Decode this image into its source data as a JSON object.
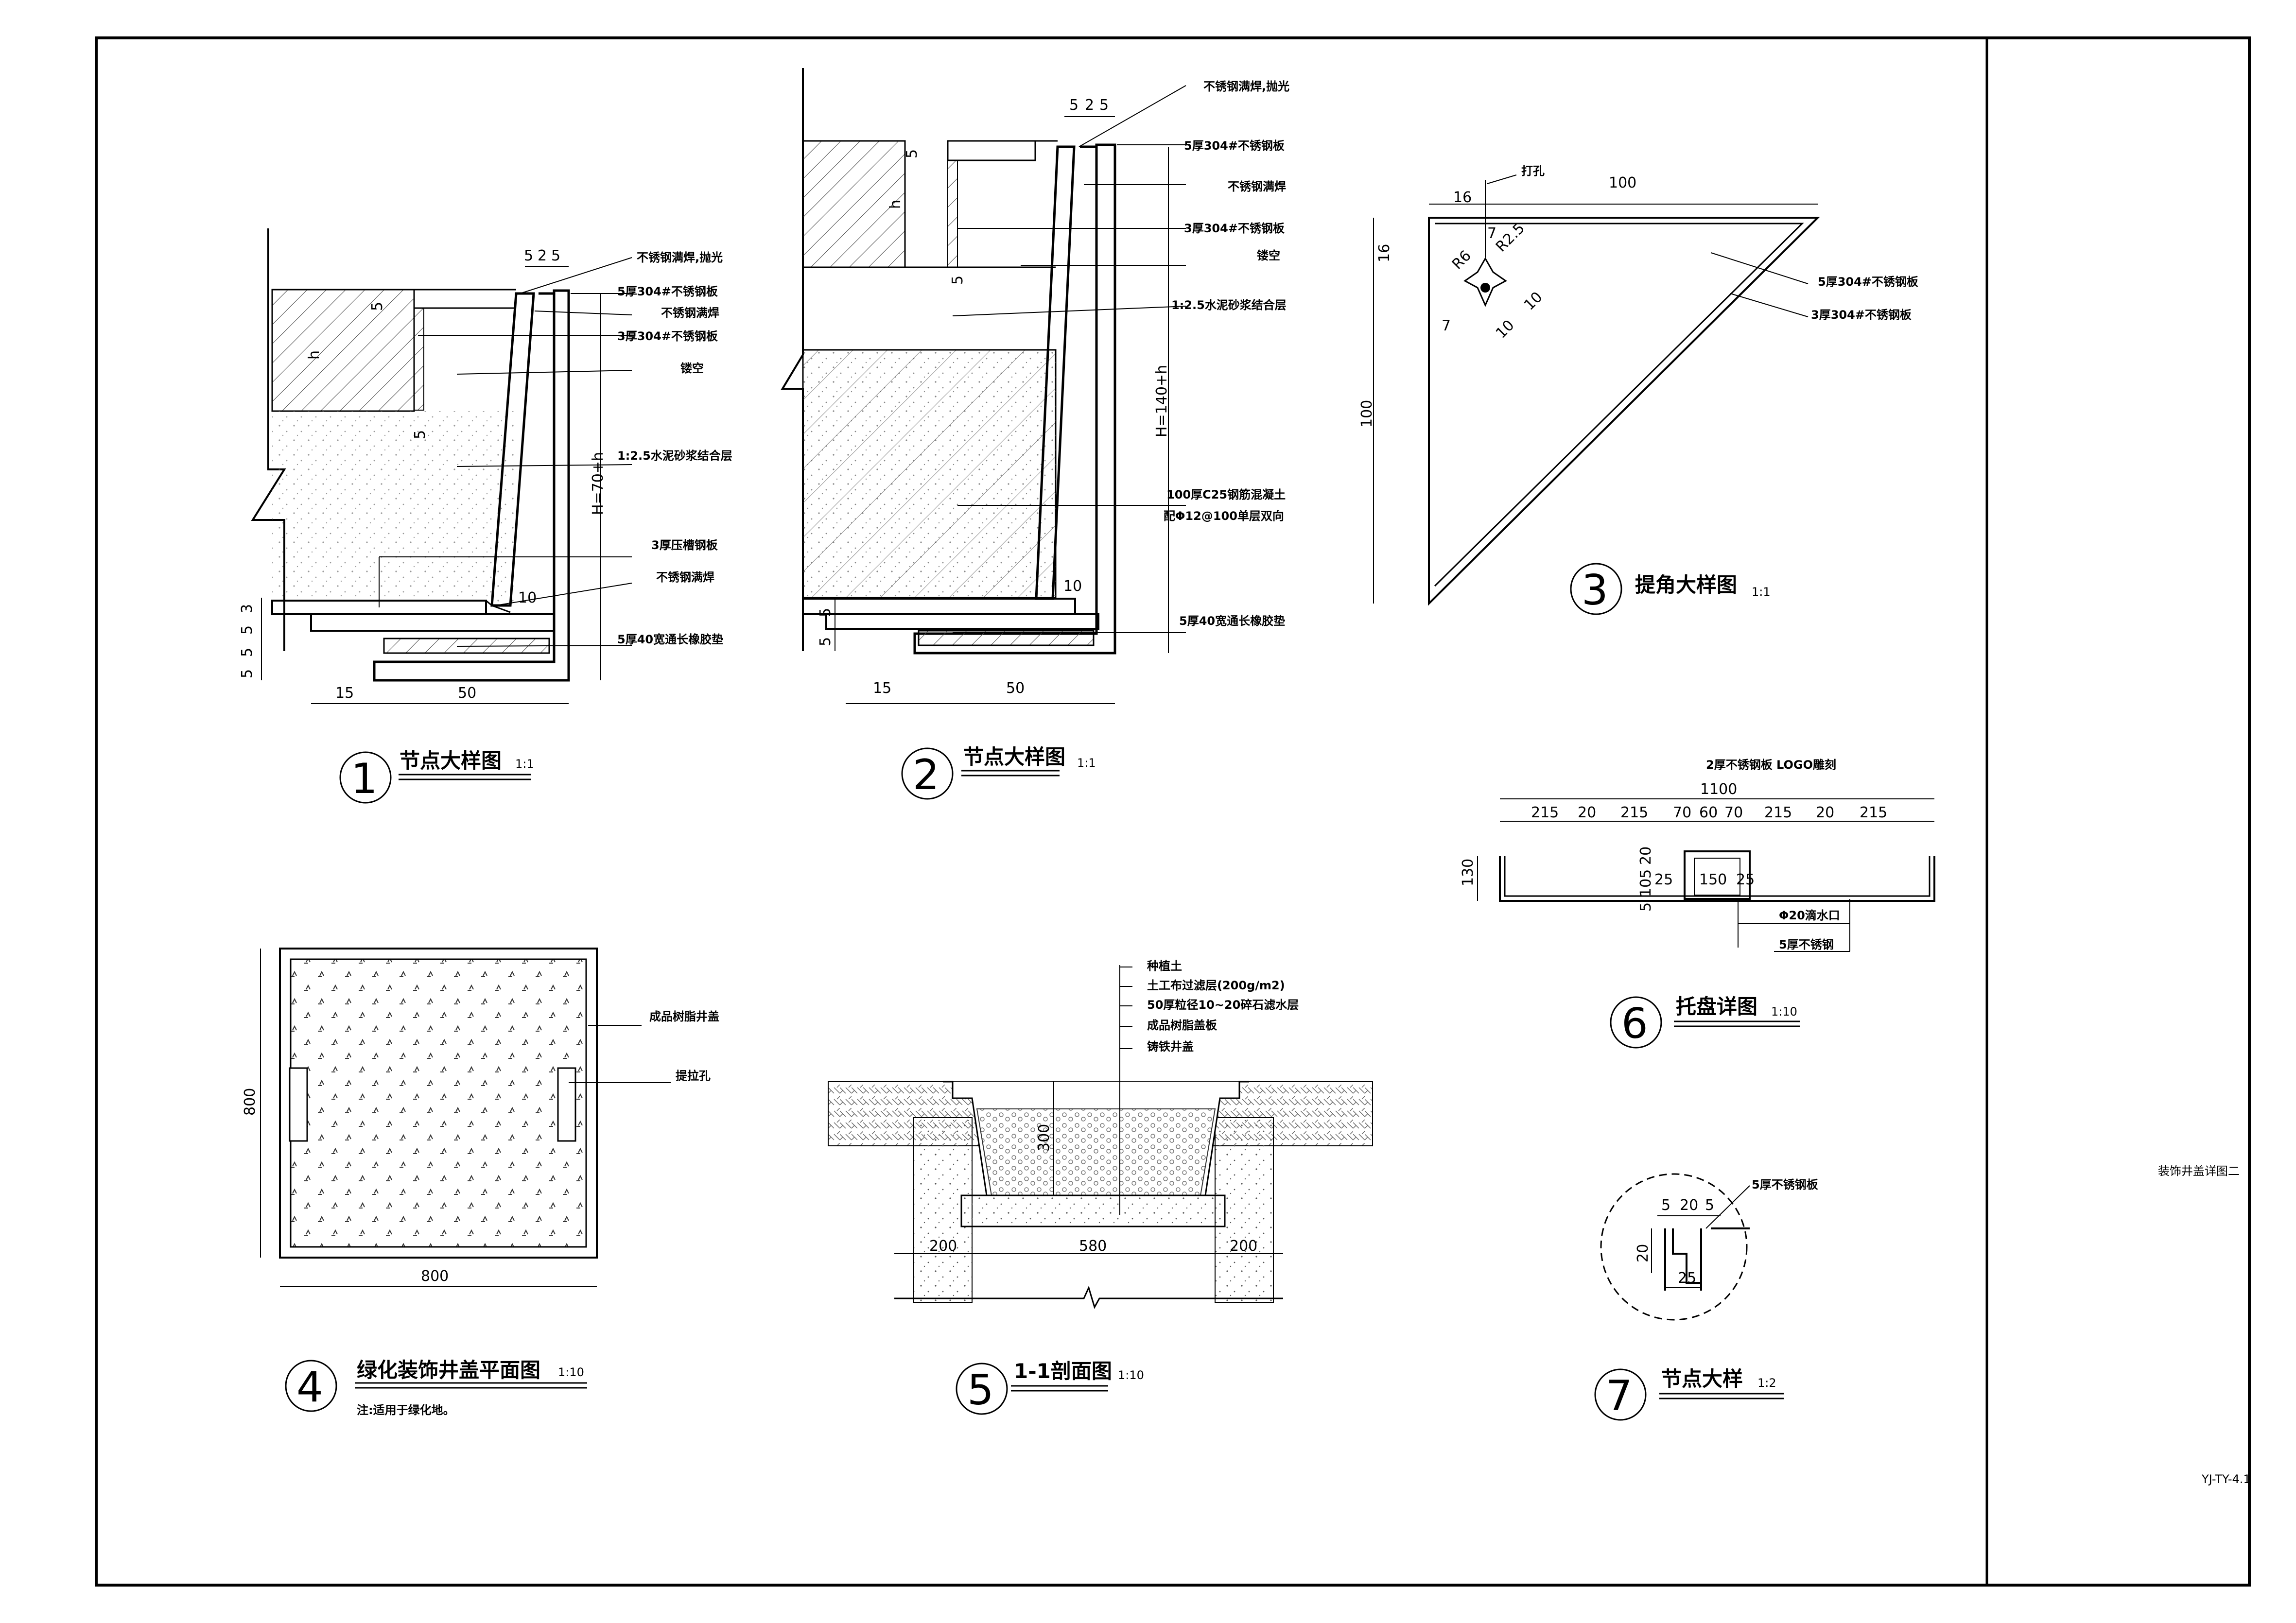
{
  "sheet": {
    "side_label": "装饰井盖详图二",
    "sheet_no": "YJ-TY-4.1"
  },
  "details": {
    "d1": {
      "num": "1",
      "title": "节点大样图",
      "scale": "1:1",
      "notes": [
        "不锈钢满焊,抛光",
        "5厚304#不锈钢板",
        "不锈钢满焊",
        "3厚304#不锈钢板",
        "镂空",
        "1:2.5水泥砂浆结合层",
        "3厚压槽钢板",
        "不锈钢满焊",
        "5厚40宽通长橡胶垫"
      ],
      "dims": {
        "top": [
          "5",
          "2",
          "5"
        ],
        "h": "h",
        "five_a": "5",
        "five_b": "5",
        "H": "H=70+h",
        "ten": "10",
        "left": [
          "5",
          "5",
          "5",
          "3"
        ],
        "bottom": [
          "15",
          "50"
        ]
      }
    },
    "d2": {
      "num": "2",
      "title": "节点大样图",
      "scale": "1:1",
      "notes": [
        "不锈钢满焊,抛光",
        "5厚304#不锈钢板",
        "不锈钢满焊",
        "3厚304#不锈钢板",
        "镂空",
        "1:2.5水泥砂浆结合层",
        "100厚C25钢筋混凝土",
        "配Φ12@100单层双向",
        "5厚40宽通长橡胶垫"
      ],
      "dims": {
        "top": [
          "5",
          "2",
          "5"
        ],
        "h": "h",
        "five_a": "5",
        "five_b": "5",
        "H": "H=140+h",
        "ten": "10",
        "left": [
          "5",
          "5"
        ],
        "bottom": [
          "15",
          "50"
        ]
      }
    },
    "d3": {
      "num": "3",
      "title": "提角大样图",
      "scale": "1:1",
      "notes": [
        "打孔",
        "5厚304#不锈钢板",
        "3厚304#不锈钢板"
      ],
      "dims": {
        "top": [
          "16",
          "100"
        ],
        "left": [
          "16",
          "100"
        ],
        "seven_a": "7",
        "seven_b": "7",
        "r6": "R6",
        "r25": "R2.5",
        "ten_a": "10",
        "ten_b": "10"
      }
    },
    "d4": {
      "num": "4",
      "title": "绿化装饰井盖平面图",
      "scale": "1:10",
      "note": "注:适用于绿化地。",
      "notes": [
        "成品树脂井盖",
        "提拉孔"
      ],
      "dims": {
        "w": "800",
        "h": "800"
      }
    },
    "d5": {
      "num": "5",
      "title": "1-1剖面图",
      "scale": "1:10",
      "notes": [
        "种植土",
        "土工布过滤层(200g/m2)",
        "50厚粒径10~20碎石滤水层",
        "成品树脂盖板",
        "铸铁井盖"
      ],
      "dims": {
        "depth": "300",
        "bottom": [
          "200",
          "580",
          "200"
        ]
      }
    },
    "d6": {
      "num": "6",
      "title": "托盘详图",
      "scale": "1:10",
      "notes": [
        "2厚不锈钢板 LOGO雕刻",
        "Φ20滴水口",
        "5厚不锈钢"
      ],
      "dims": {
        "total": "1100",
        "parts": [
          "215",
          "20",
          "215",
          "70",
          "60",
          "70",
          "215",
          "20",
          "215"
        ],
        "h": "130",
        "v1": "20",
        "v2": "105",
        "v3": "5",
        "w25a": "25",
        "w150": "150",
        "w25b": "25"
      }
    },
    "d7": {
      "num": "7",
      "title": "节点大样",
      "scale": "1:2",
      "notes": [
        "5厚不锈钢板"
      ],
      "dims": {
        "top": [
          "5",
          "20",
          "5"
        ],
        "h": "20",
        "w": "25"
      }
    }
  }
}
